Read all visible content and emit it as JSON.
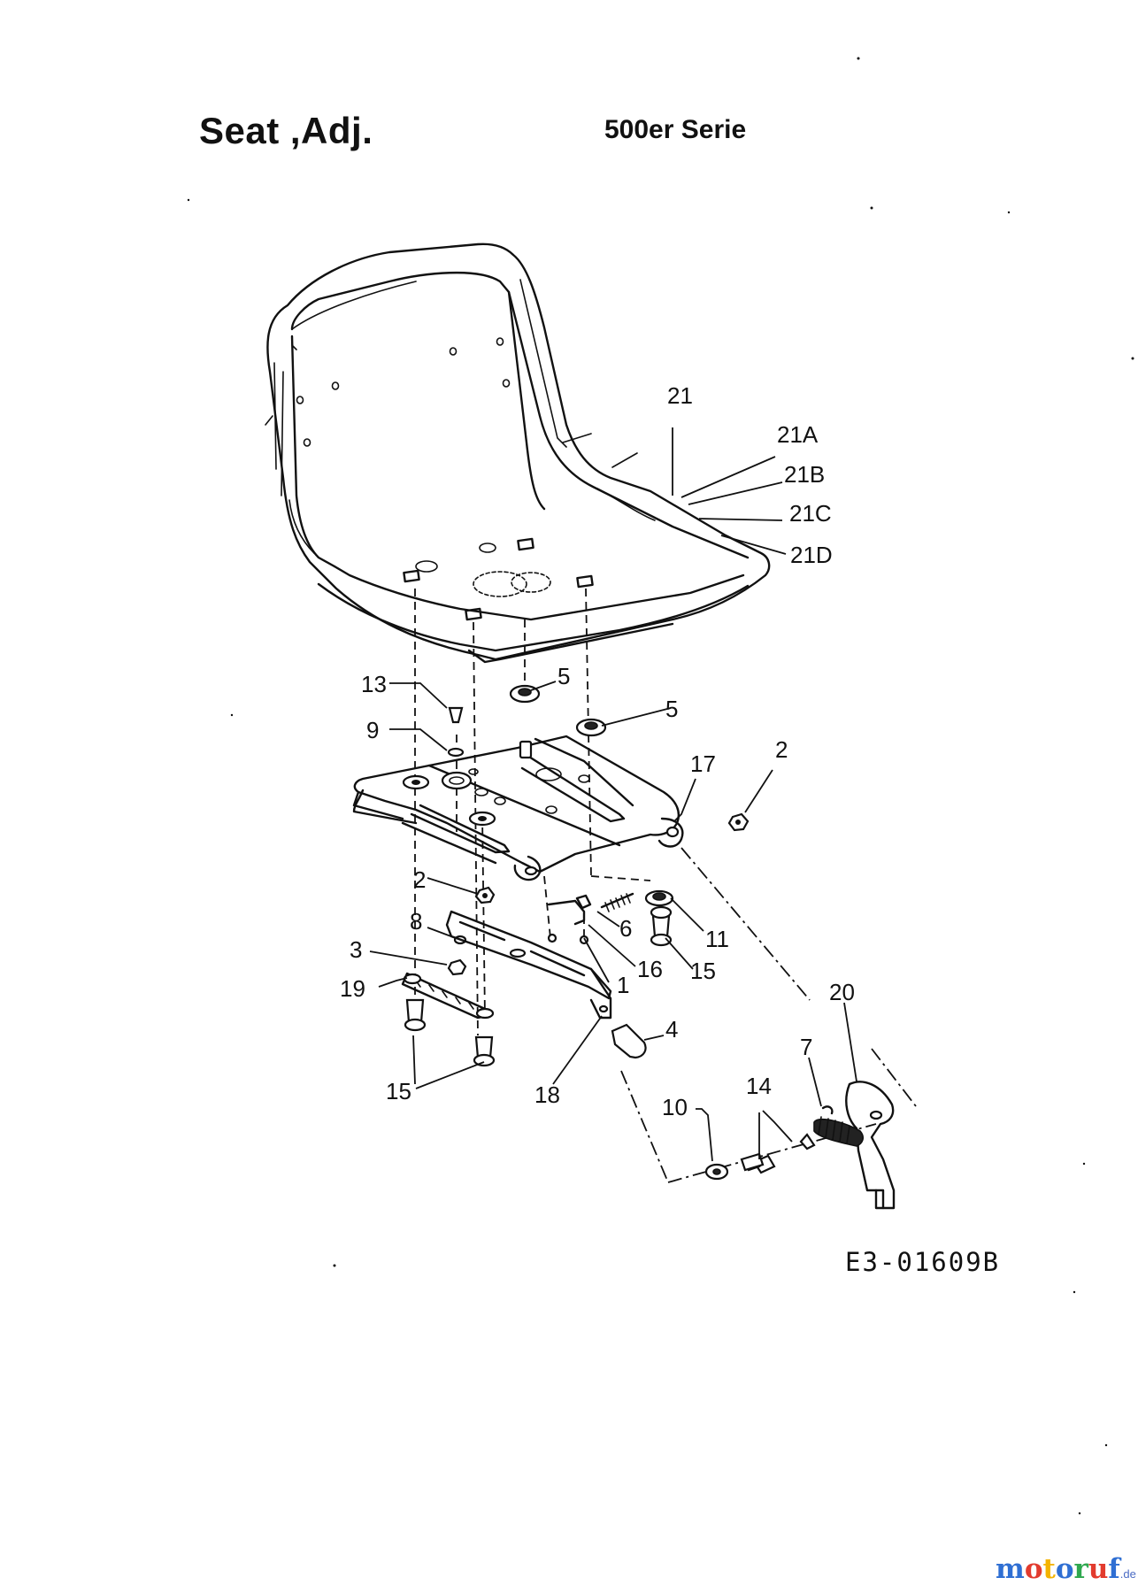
{
  "header": {
    "title": "Seat  ,Adj.",
    "series": "500er Serie"
  },
  "drawing_code": "E3-01609B",
  "brand": {
    "name": "motoruf",
    "domain": ".de",
    "colors": [
      "#2f6fd3",
      "#e23b2e",
      "#f4b300",
      "#2f6fd3",
      "#2fa84f",
      "#e23b2e",
      "#4a6bc4"
    ]
  },
  "callouts": {
    "c21": "21",
    "c21A": "21A",
    "c21B": "21B",
    "c21C": "21C",
    "c21D": "21D",
    "c13": "13",
    "c5a": "5",
    "c5b": "5",
    "c9": "9",
    "c17": "17",
    "c2a": "2",
    "c2b": "2",
    "c8": "8",
    "c3": "3",
    "c19": "19",
    "c6": "6",
    "c11": "11",
    "c16": "16",
    "c15a": "15",
    "c1": "1",
    "c4": "4",
    "c15b": "15",
    "c18": "18",
    "c20": "20",
    "c7": "7",
    "c10": "10",
    "c14": "14"
  }
}
